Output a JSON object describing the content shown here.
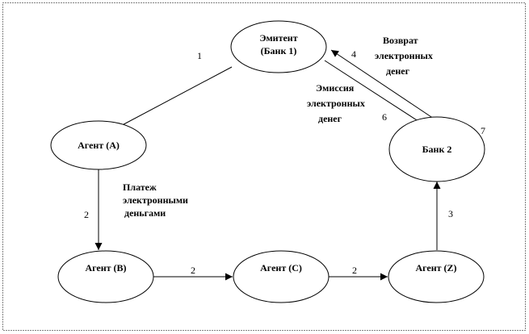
{
  "nodes": {
    "emitent": {
      "line1": "Эмитент",
      "line2": "(Банк 1)"
    },
    "agent_a": {
      "label": "Агент (А)"
    },
    "bank2": {
      "label": "Банк 2"
    },
    "agent_b": {
      "label": "Агент (В)"
    },
    "agent_c": {
      "label": "Агент (С)"
    },
    "agent_z": {
      "label": "Агент (Z)"
    }
  },
  "edges": {
    "emitent_to_agent_a": {
      "number": "1"
    },
    "agent_a_to_agent_b": {
      "number": "2",
      "label": [
        "Платеж",
        "электронными",
        "деньгами"
      ]
    },
    "agent_b_to_agent_c": {
      "number": "2"
    },
    "agent_c_to_agent_z": {
      "number": "2"
    },
    "agent_z_to_bank2": {
      "number": "3"
    },
    "bank2_to_emitent": {
      "number": "4",
      "label": [
        "Возврат",
        "электронных",
        "денег"
      ]
    },
    "emitent_to_bank2": {
      "number": "6",
      "label": [
        "Эмиссия",
        "электронных",
        "денег"
      ]
    }
  },
  "extra_number": "7"
}
